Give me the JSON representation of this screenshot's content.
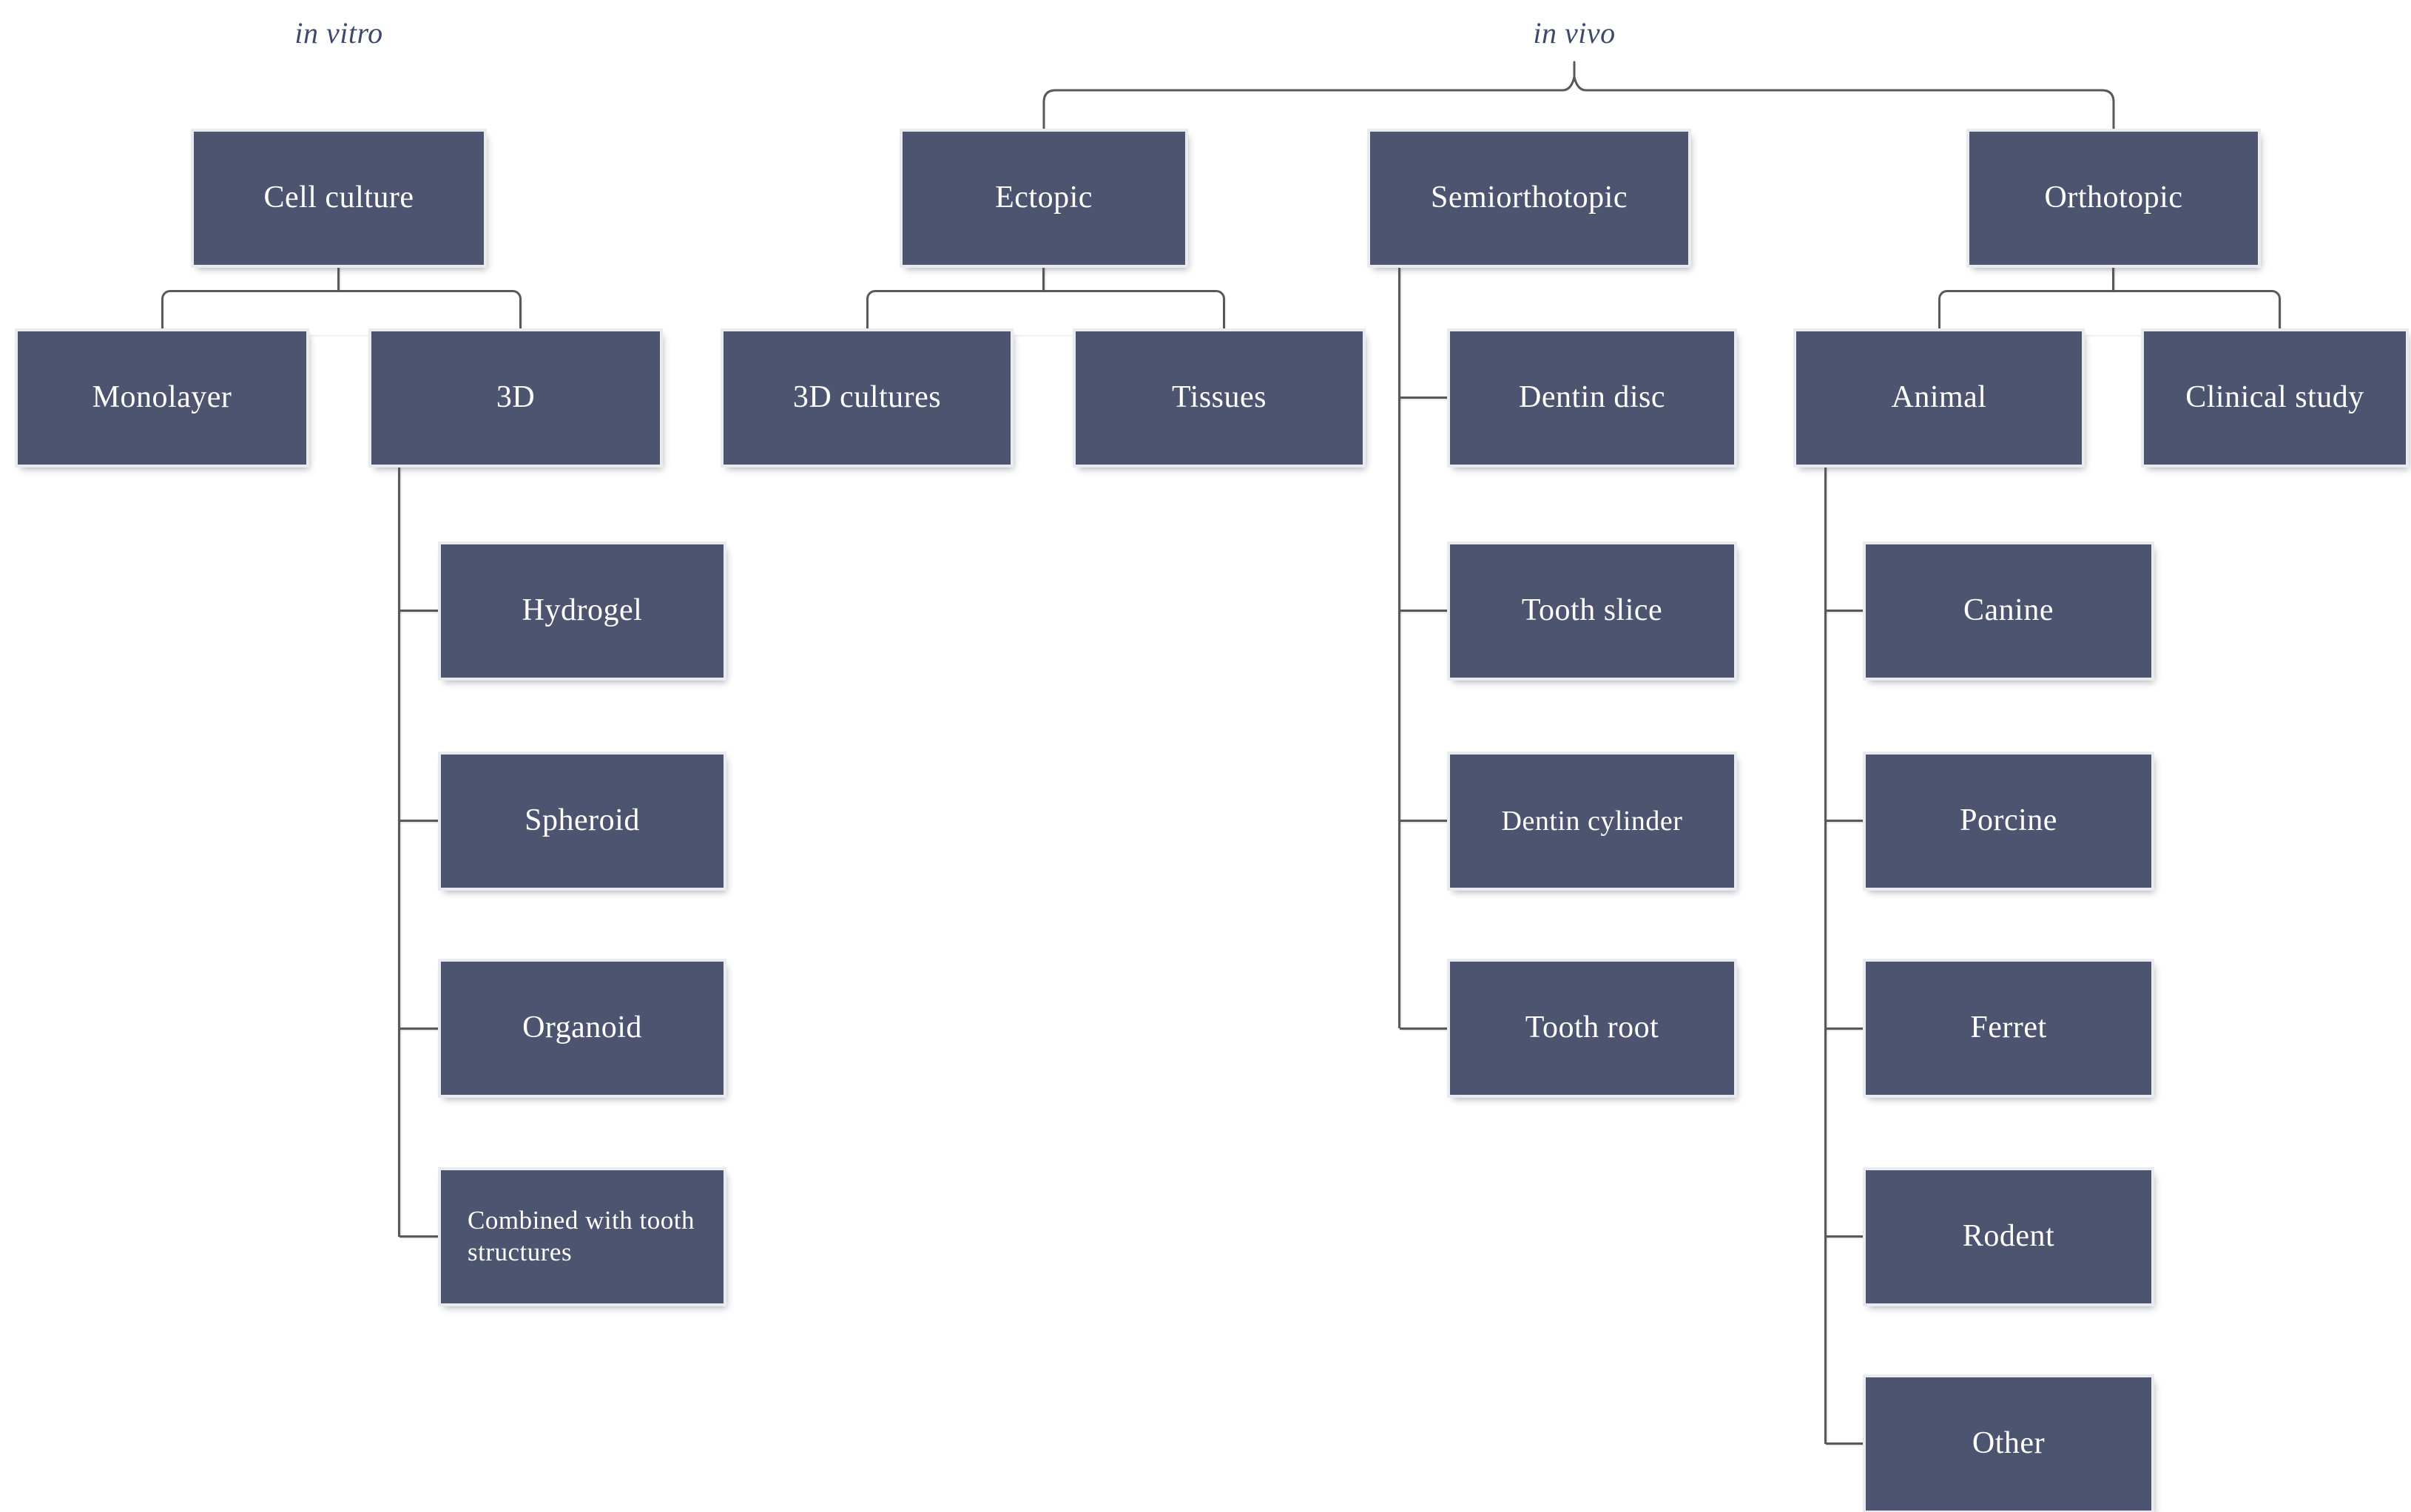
{
  "diagram": {
    "section_labels": {
      "left": "in vitro",
      "right": "in vivo"
    },
    "nodes": {
      "cell_culture": "Cell culture",
      "monolayer": "Monolayer",
      "three_d": "3D",
      "hydrogel": "Hydrogel",
      "spheroid": "Spheroid",
      "organoid": "Organoid",
      "combined": "Combined with tooth structures",
      "ectopic": "Ectopic",
      "three_d_cultures": "3D cultures",
      "tissues": "Tissues",
      "semiorthotopic": "Semiorthotopic",
      "dentin_disc": "Dentin disc",
      "tooth_slice": "Tooth slice",
      "dentin_cylinder": "Dentin cylinder",
      "tooth_root": "Tooth root",
      "orthotopic": "Orthotopic",
      "animal": "Animal",
      "clinical_study": "Clinical study",
      "canine": "Canine",
      "porcine": "Porcine",
      "ferret": "Ferret",
      "rodent": "Rodent",
      "other": "Other"
    },
    "colors": {
      "box_fill": "#4C5470",
      "box_text": "#FFFFFF",
      "section_label": "#3E4A6B",
      "connector": "#595959",
      "box_halo": "#E9EBF1"
    }
  }
}
